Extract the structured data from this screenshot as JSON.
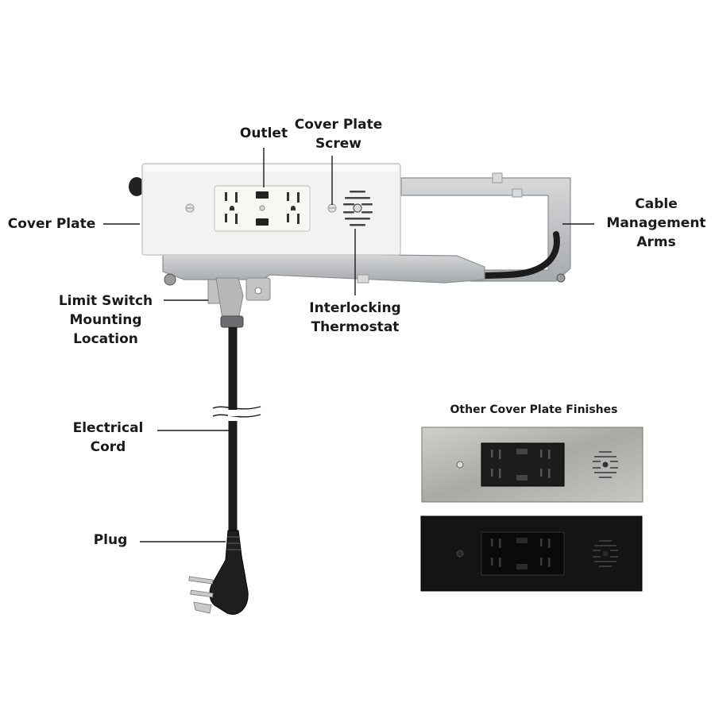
{
  "labels": {
    "outlet": "Outlet",
    "cover_plate_screw": [
      "Cover Plate",
      "Screw"
    ],
    "cover_plate": "Cover Plate",
    "cable_management_arms": [
      "Cable",
      "Management",
      "Arms"
    ],
    "limit_switch": [
      "Limit Switch",
      "Mounting",
      "Location"
    ],
    "interlocking_thermostat": [
      "Interlocking",
      "Thermostat"
    ],
    "electrical_cord": [
      "Electrical",
      "Cord"
    ],
    "plug": "Plug"
  },
  "finishes": {
    "title": "Other Cover Plate Finishes",
    "items": [
      {
        "finish": "stainless-steel",
        "color": "#b9b9b6"
      },
      {
        "finish": "black",
        "color": "#111111"
      }
    ]
  },
  "colors": {
    "cover_plate_main": "#f2f2f2",
    "arm_metal": "#c4c6c8",
    "cord": "#1c1c1c",
    "leader_line": "#1a1a1a"
  }
}
